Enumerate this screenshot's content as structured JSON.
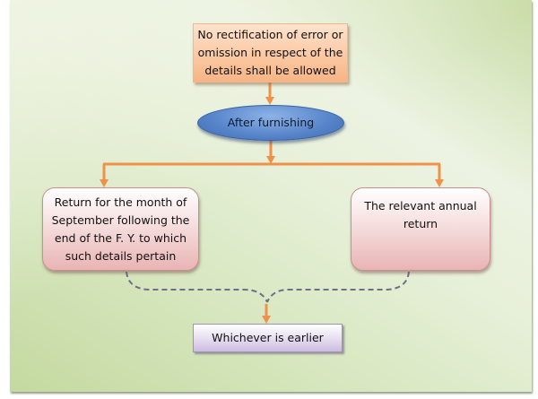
{
  "diagram": {
    "type": "flowchart",
    "colors": {
      "arrow": "#f0914a",
      "dashed_connector": "#6e6e86",
      "top_box_fill": "#fbc9a3",
      "ellipse_fill": "#5a87cc",
      "mid_box_fill": "#e9b4b4",
      "bottom_box_fill": "#cbbbe0",
      "background": "#d6e6bd"
    },
    "nodes": {
      "top": {
        "lines": [
          "No rectification of error or",
          "omission in respect of the",
          "details shall be allowed"
        ]
      },
      "ellipse": {
        "label": "After furnishing"
      },
      "left": {
        "lines": [
          "Return for the month of",
          "September following the",
          "end of the F. Y. to which",
          "such details pertain"
        ]
      },
      "right": {
        "lines": [
          "The relevant annual",
          "return"
        ]
      },
      "bottom": {
        "label": "Whichever is earlier"
      }
    },
    "edges": [
      {
        "from": "top",
        "to": "ellipse",
        "style": "solid-arrow"
      },
      {
        "from": "ellipse",
        "to": "left",
        "style": "solid-arrow"
      },
      {
        "from": "ellipse",
        "to": "right",
        "style": "solid-arrow"
      },
      {
        "from": "left",
        "to": "bottom",
        "style": "dashed-brace"
      },
      {
        "from": "right",
        "to": "bottom",
        "style": "dashed-brace"
      }
    ]
  }
}
